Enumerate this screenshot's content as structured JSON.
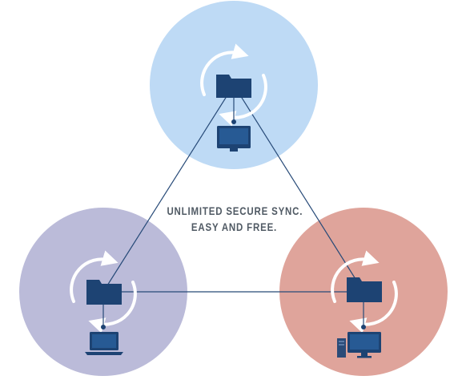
{
  "tagline": {
    "line1": "UNLIMITED SECURE SYNC.",
    "line2": "EASY AND FREE."
  },
  "nodes": [
    {
      "id": "top",
      "device": "monitor-icon",
      "circle_color": "#bedaf5"
    },
    {
      "id": "left",
      "device": "laptop-icon",
      "circle_color": "#bbbbd9"
    },
    {
      "id": "right",
      "device": "desktop-tower-icon",
      "circle_color": "#dfa49b"
    }
  ],
  "colors": {
    "folder": "#1d4373",
    "folder_tab": "#153660",
    "device": "#1d4373",
    "device_screen": "#275a94",
    "connector_line": "#274a78",
    "sync_arrows": "#ffffff",
    "text": "#505a64"
  },
  "icons": {
    "sync": "sync-arrows-icon",
    "folder": "folder-icon"
  }
}
